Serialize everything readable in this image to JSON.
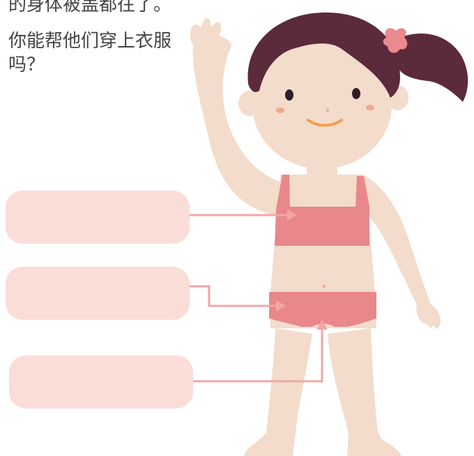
{
  "top_text": "的身体被盖都往了。",
  "prompt": "你能帮他们穿上衣服吗？",
  "answer_boxes": [
    {
      "label": "",
      "target": "top"
    },
    {
      "label": "",
      "target": "underpants"
    },
    {
      "label": "",
      "target": "crotch"
    }
  ],
  "colors": {
    "box_fill": "#fbddd8",
    "skin": "#f3dccb",
    "hair": "#5b2a3b",
    "clothing": "#e8888a",
    "arrow": "#f4a5a5",
    "cheek": "#f0a98e",
    "hair_bow": "#e98a8f"
  },
  "icons": [
    "girl-illustration",
    "arrow-right-icon",
    "arrow-up-icon"
  ]
}
